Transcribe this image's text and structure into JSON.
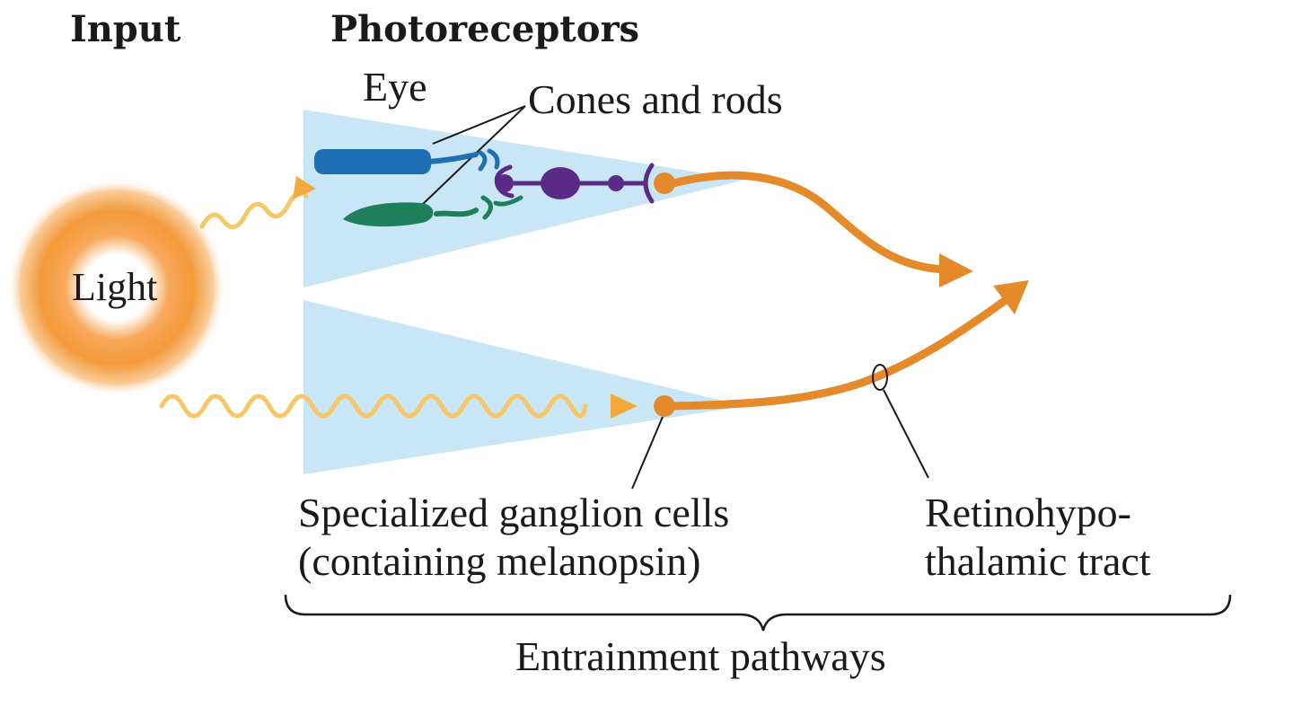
{
  "headers": {
    "input": "Input",
    "photoreceptors": "Photoreceptors"
  },
  "labels": {
    "light": "Light",
    "eye": "Eye",
    "cones_rods": "Cones and rods",
    "ganglion_line1": "Specialized ganglion cells",
    "ganglion_line2": "(containing melanopsin)",
    "rht_line1": "Retinohypo-",
    "rht_line2": "thalamic tract",
    "entrainment": "Entrainment pathways"
  },
  "colors": {
    "light_core": "#ffffff",
    "light_glow": "#f39a3a",
    "wave": "#f6c766",
    "wave_arrow": "#f2a93c",
    "eye_wedge": "#c9e6f6",
    "rod_blue": "#1e6fb3",
    "cone_green": "#1f7f5b",
    "bipolar_purple": "#5b2a86",
    "pathway_orange": "#e58a2b",
    "text": "#1a1a1a"
  }
}
